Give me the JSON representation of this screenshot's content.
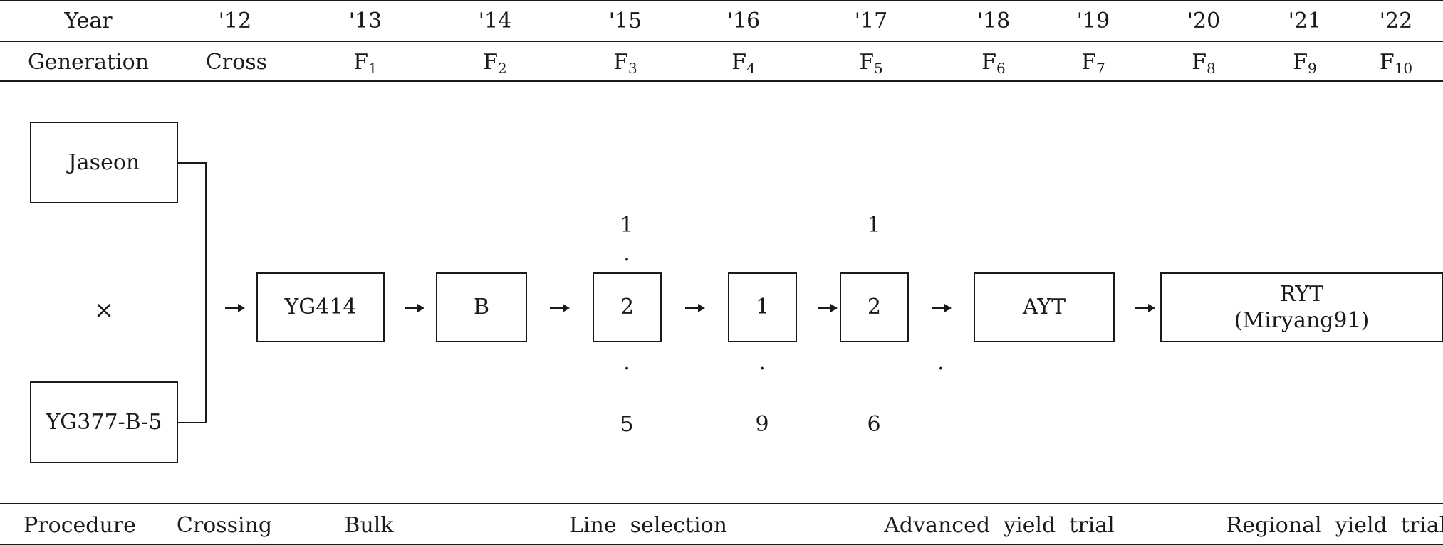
{
  "header": {
    "year_label": "Year",
    "generation_label": "Generation",
    "columns": [
      {
        "year": "'12",
        "gen": "Cross",
        "sub": ""
      },
      {
        "year": "'13",
        "gen": "F",
        "sub": "1"
      },
      {
        "year": "'14",
        "gen": "F",
        "sub": "2"
      },
      {
        "year": "'15",
        "gen": "F",
        "sub": "3"
      },
      {
        "year": "'16",
        "gen": "F",
        "sub": "4"
      },
      {
        "year": "'17",
        "gen": "F",
        "sub": "5"
      },
      {
        "year": "'18",
        "gen": "F",
        "sub": "6"
      },
      {
        "year": "'19",
        "gen": "F",
        "sub": "7"
      },
      {
        "year": "'20",
        "gen": "F",
        "sub": "8"
      },
      {
        "year": "'21",
        "gen": "F",
        "sub": "9"
      },
      {
        "year": "'22",
        "gen": "F",
        "sub": "10"
      }
    ]
  },
  "parents": {
    "top": "Jaseon",
    "cross_symbol": "×",
    "bottom": "YG377-B-5"
  },
  "flow": {
    "yg414": "YG414",
    "bulk": "B",
    "f3_box": "2",
    "f3_top": "1",
    "f3_bottom": "5",
    "f4_box": "1",
    "f4_bottom": "9",
    "f5_box": "2",
    "f5_top": "1",
    "f5_bottom": "6",
    "dot": ".",
    "ayt": "AYT",
    "ryt_line1": "RYT",
    "ryt_line2": "(Miryang91)"
  },
  "footer": {
    "procedure_label": "Procedure",
    "steps": [
      "Crossing",
      "Bulk",
      "Line  selection",
      "Advanced  yield  trial",
      "Regional  yield  trial"
    ]
  }
}
